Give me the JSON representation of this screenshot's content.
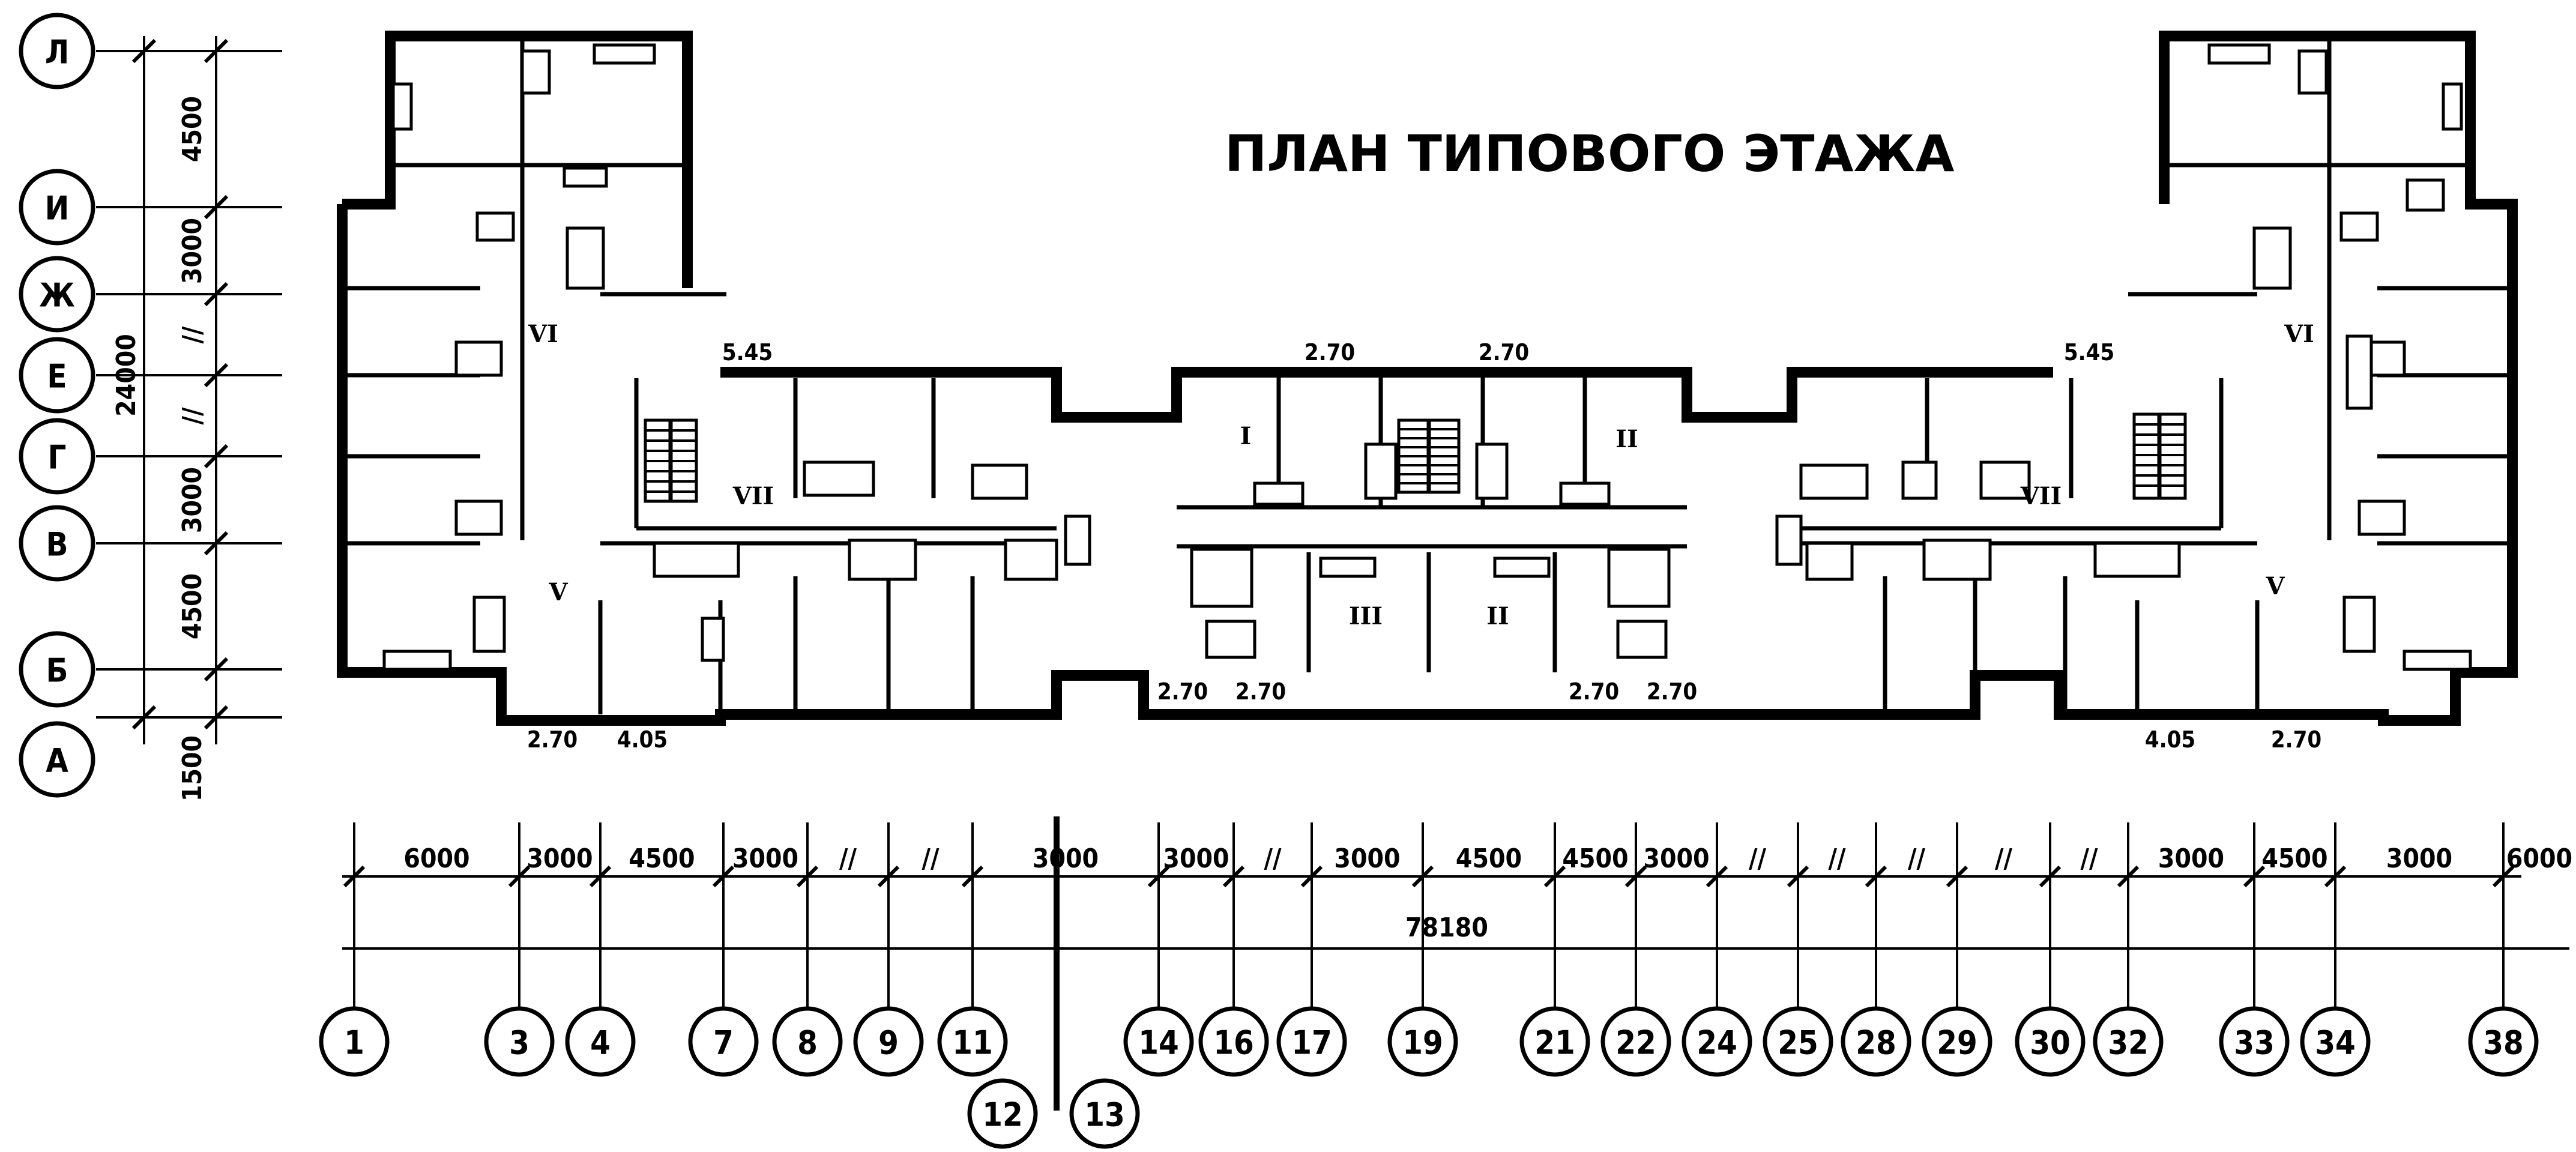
{
  "title": "ПЛАН ТИПОВОГО ЭТАЖА",
  "row_axes": [
    "Л",
    "И",
    "Ж",
    "Е",
    "Г",
    "В",
    "Б",
    "А"
  ],
  "col_axes_top": [
    "1",
    "3",
    "4",
    "7",
    "8",
    "9",
    "11",
    "14",
    "16",
    "17",
    "19",
    "21",
    "22",
    "24",
    "25",
    "28",
    "29",
    "30",
    "32",
    "33",
    "34",
    "38"
  ],
  "col_axes_bottom": [
    "12",
    "13"
  ],
  "vertical_dims": [
    "4500",
    "3000",
    "//",
    "//",
    "3000",
    "4500",
    "1500"
  ],
  "vertical_total": "24000",
  "horizontal_dims": [
    "6000",
    "3000",
    "4500",
    "3000",
    "//",
    "//",
    "3000",
    "3000",
    "//",
    "3000",
    "4500",
    "4500",
    "3000",
    "//",
    "//",
    "//",
    "//",
    "//",
    "3000",
    "4500",
    "3000",
    "6000"
  ],
  "horizontal_total": "78180",
  "room_dims": [
    "5.45",
    "2.70",
    "2.70",
    "5.45",
    "2.70",
    "4.05",
    "2.70",
    "2.70",
    "2.70",
    "2.70",
    "4.05",
    "2.70"
  ],
  "section_marks": [
    "VI",
    "VII",
    "V",
    "I",
    "II",
    "III",
    "II",
    "VI",
    "VII",
    "V"
  ]
}
